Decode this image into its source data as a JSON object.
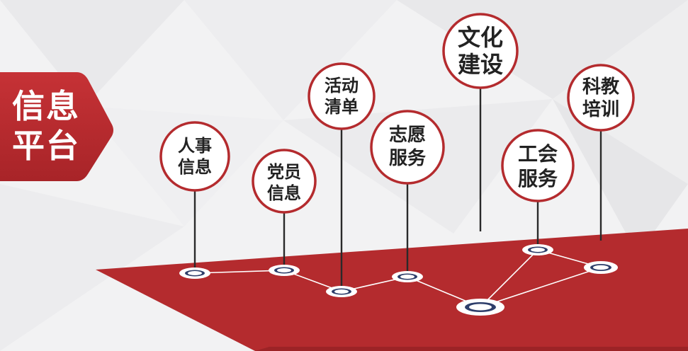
{
  "badge": {
    "line1": "信息",
    "line2": "平台"
  },
  "pins": [
    {
      "line1": "人事",
      "line2": "信息"
    },
    {
      "line1": "党员",
      "line2": "信息"
    },
    {
      "line1": "活动",
      "line2": "清单"
    },
    {
      "line1": "志愿",
      "line2": "服务"
    },
    {
      "line1": "文化",
      "line2": "建设"
    },
    {
      "line1": "工会",
      "line2": "服务"
    },
    {
      "line1": "科教",
      "line2": "培训"
    }
  ],
  "colors": {
    "accent": "#b42b2e",
    "platform": "#b42b2e",
    "node_ring": "#ffffff",
    "node_center": "#2f3f6b"
  }
}
